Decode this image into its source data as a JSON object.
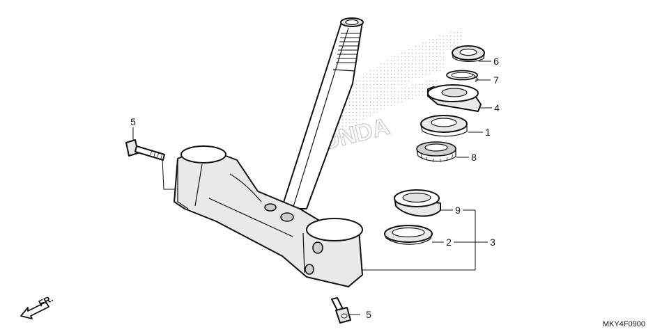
{
  "diagram": {
    "code": "MKY4F0900",
    "direction_label": "FR.",
    "watermark": "HONDA",
    "callouts": [
      {
        "id": "c1",
        "label": "1"
      },
      {
        "id": "c2",
        "label": "2"
      },
      {
        "id": "c3",
        "label": "3"
      },
      {
        "id": "c4",
        "label": "4"
      },
      {
        "id": "c5a",
        "label": "5"
      },
      {
        "id": "c5b",
        "label": "5"
      },
      {
        "id": "c6",
        "label": "6"
      },
      {
        "id": "c7",
        "label": "7"
      },
      {
        "id": "c8",
        "label": "8"
      },
      {
        "id": "c9",
        "label": "9"
      }
    ]
  }
}
